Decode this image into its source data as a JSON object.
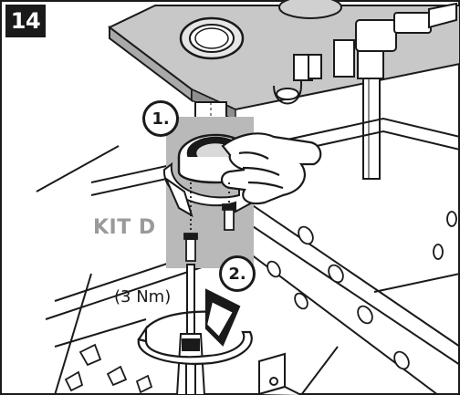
{
  "step": {
    "number": "14"
  },
  "callouts": [
    {
      "label": "1."
    },
    {
      "label": "2."
    }
  ],
  "kit_label": "KIT D",
  "torque_label": "(3 Nm)",
  "colors": {
    "line": "#1a1a1a",
    "panel_grey": "#b9b9b9",
    "badge_bg": "#1a1a1a",
    "kit_text": "#9a9a9a"
  }
}
